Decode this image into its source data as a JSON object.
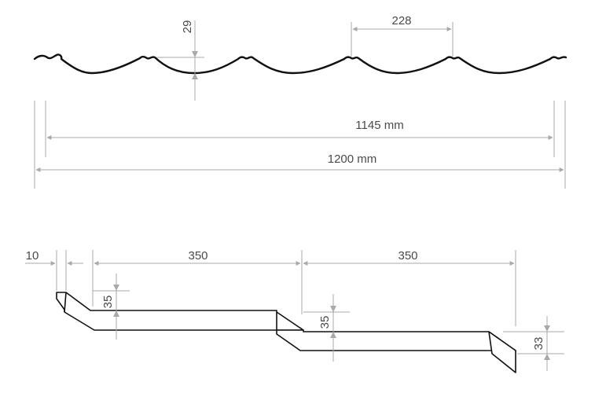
{
  "top_profile": {
    "wave_pitch": "228",
    "wave_height": "29",
    "effective_width": "1145 mm",
    "total_width": "1200 mm"
  },
  "step_profile": {
    "start_offset": "10",
    "step_length_1": "350",
    "step_length_2": "350",
    "step_height_1": "35",
    "step_height_2": "35",
    "end_height": "33"
  }
}
